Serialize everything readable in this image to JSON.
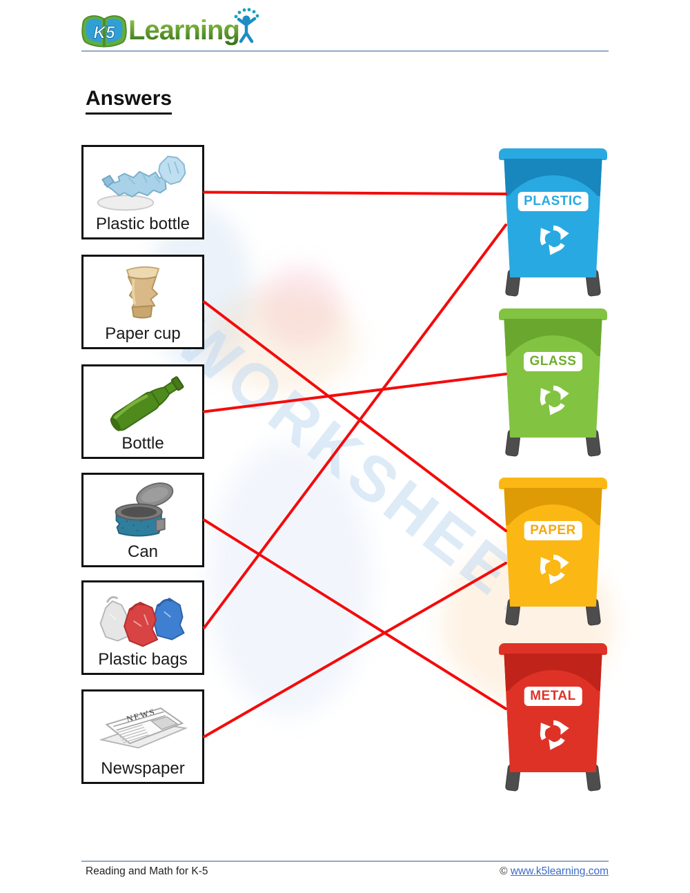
{
  "logo": {
    "k5": "K5",
    "learning": "Learning"
  },
  "heading": "Answers",
  "watermark": "WORKSHEET",
  "items": [
    {
      "id": "plastic-bottle",
      "label": "Plastic bottle"
    },
    {
      "id": "paper-cup",
      "label": "Paper cup"
    },
    {
      "id": "bottle",
      "label": "Bottle"
    },
    {
      "id": "can",
      "label": "Can"
    },
    {
      "id": "plastic-bags",
      "label": "Plastic bags"
    },
    {
      "id": "newspaper",
      "label": "Newspaper",
      "image_text": "NEWS"
    }
  ],
  "bins": [
    {
      "id": "plastic",
      "label": "PLASTIC",
      "color": "#29a9e1",
      "color_dark": "#1787bd",
      "label_color": "#29a9e1"
    },
    {
      "id": "glass",
      "label": "GLASS",
      "color": "#82c341",
      "color_dark": "#69a72e",
      "label_color": "#6fae2d"
    },
    {
      "id": "paper",
      "label": "PAPER",
      "color": "#fbb714",
      "color_dark": "#de9b06",
      "label_color": "#f5a80c"
    },
    {
      "id": "metal",
      "label": "METAL",
      "color": "#df3227",
      "color_dark": "#c0231a",
      "label_color": "#df3227"
    }
  ],
  "connections": [
    {
      "from": "plastic-bottle",
      "to": "plastic"
    },
    {
      "from": "paper-cup",
      "to": "paper"
    },
    {
      "from": "bottle",
      "to": "glass"
    },
    {
      "from": "can",
      "to": "metal"
    },
    {
      "from": "plastic-bags",
      "to": "plastic"
    },
    {
      "from": "newspaper",
      "to": "paper"
    }
  ],
  "footer": {
    "left_text": "Reading and Math for K-5",
    "copyright_symbol": "©",
    "link_text": "www.k5learning.com"
  },
  "colors": {
    "connection_line": "#f40b0b",
    "rule": "#8fa9c9",
    "link": "#3a6bc9"
  }
}
